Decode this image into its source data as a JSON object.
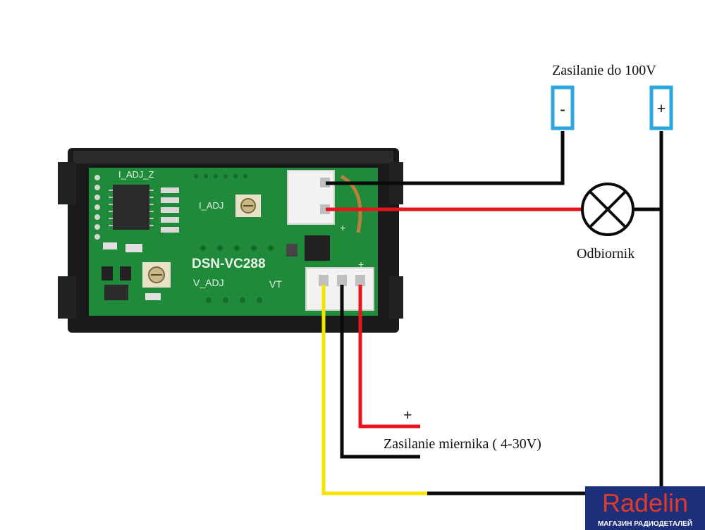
{
  "labels": {
    "supply_title": "Zasilanie do 100V",
    "terminal_minus": "-",
    "terminal_plus": "+",
    "load": "Odbiornik",
    "meter_supply": "Zasilanie miernika ( 4-30V)",
    "meter_plus": "+"
  },
  "pcb": {
    "model": "DSN-VC288",
    "i_adj": "I_ADJ",
    "v_adj": "V_ADJ",
    "i_adj_z": "I_ADJ_Z",
    "vt": "VT",
    "plus_a": "+",
    "plus_b": "+"
  },
  "logo": {
    "brand": "Radelin",
    "tagline": "МАГАЗИН РАДИОДЕТАЛЕЙ"
  },
  "colors": {
    "wire_black": "#0a0a0a",
    "wire_red": "#e8141c",
    "wire_yellow": "#f5e400",
    "terminal_border": "#2aa6e0",
    "pcb_green": "#1f8a3a",
    "logo_bg": "#1d2f7a",
    "logo_text": "#e23a2a"
  }
}
